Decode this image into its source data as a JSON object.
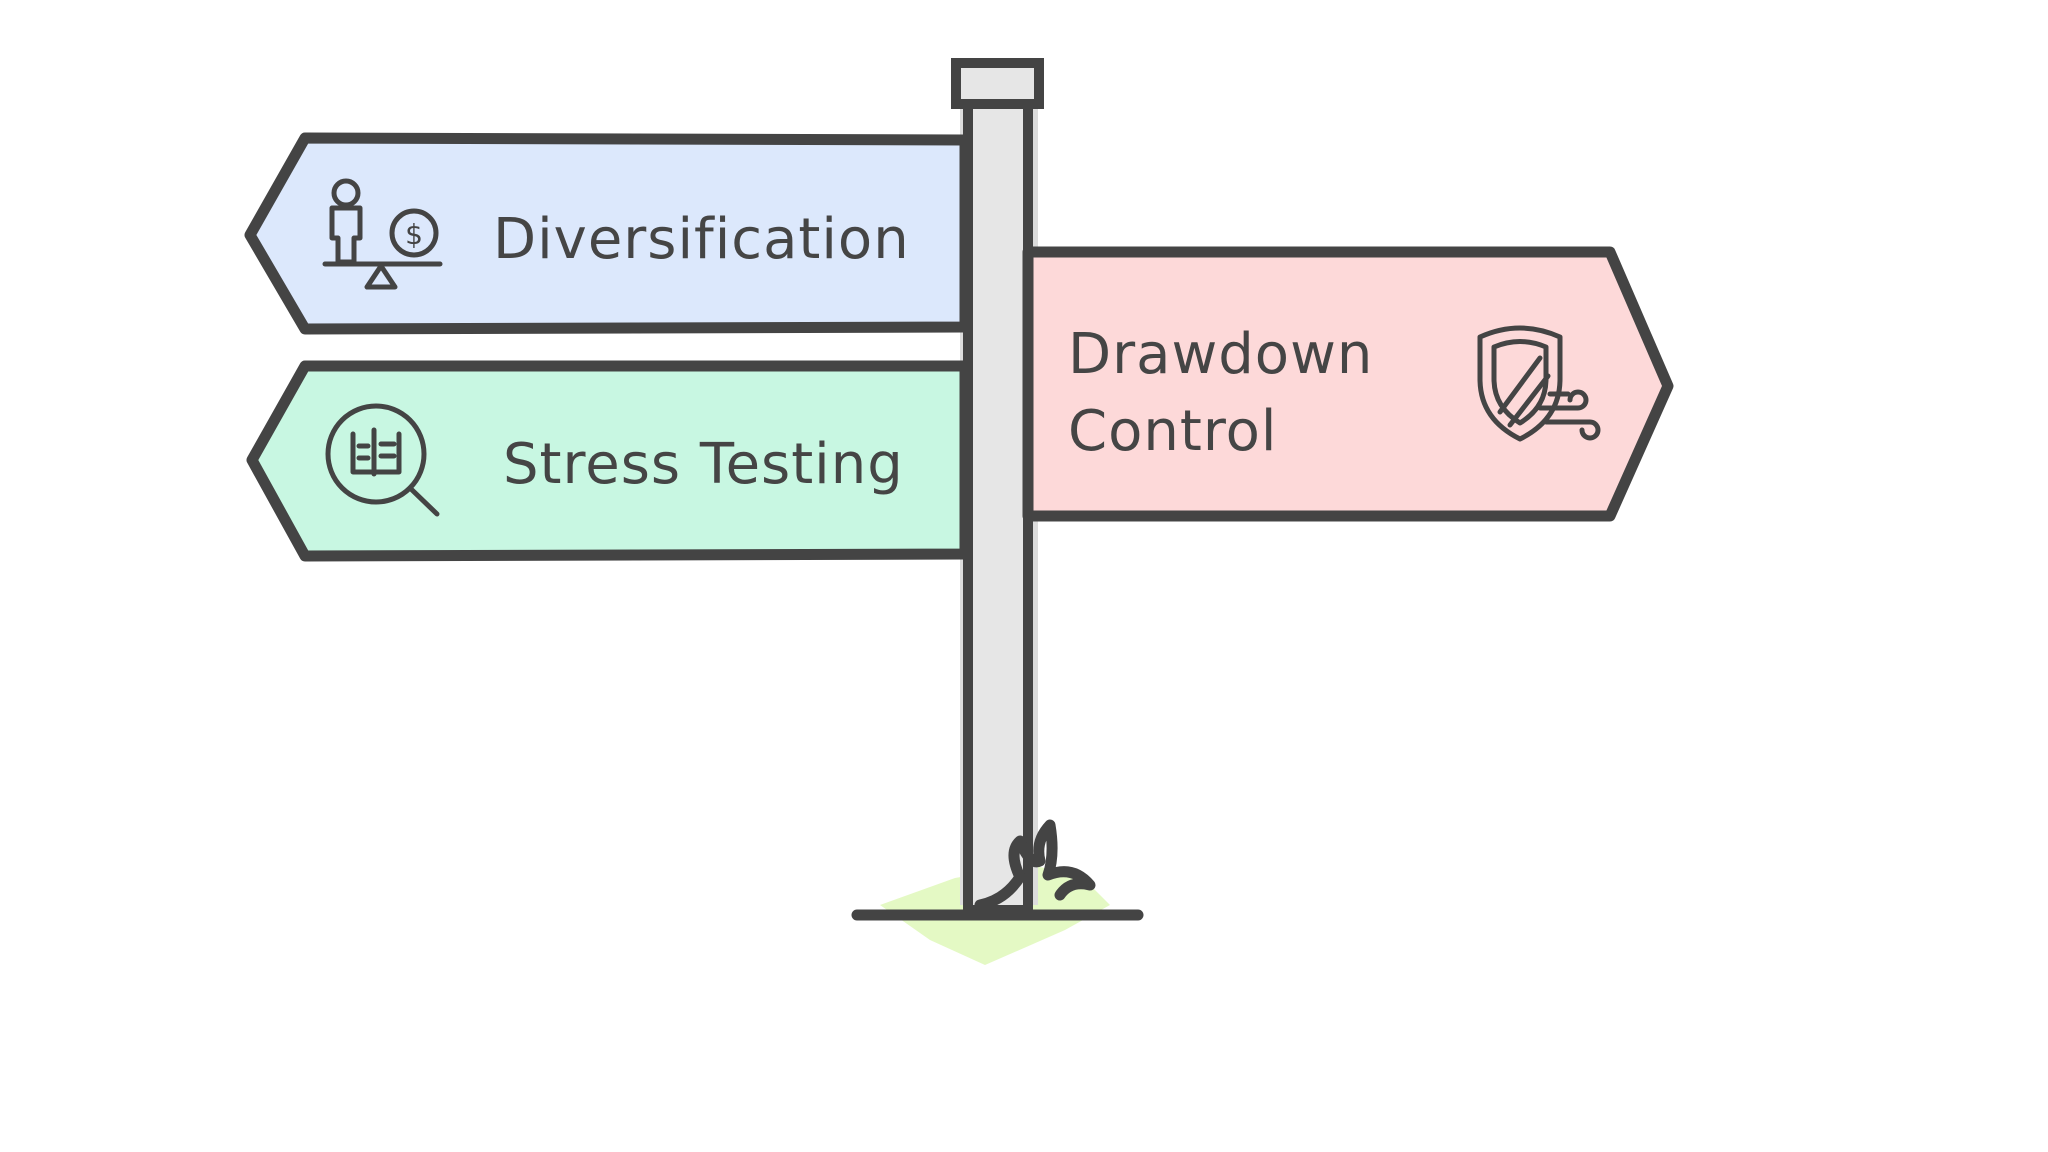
{
  "signpost": {
    "signs": [
      {
        "id": "diversification",
        "direction": "left",
        "lines": [
          "Diversification"
        ],
        "fill_color": "#dce8fc",
        "icon": "person-balance-scale-dollar-icon"
      },
      {
        "id": "stress-testing",
        "direction": "left",
        "lines": [
          "Stress Testing"
        ],
        "fill_color": "#c8f7e2",
        "icon": "magnifier-document-icon"
      },
      {
        "id": "drawdown-control",
        "direction": "right",
        "lines": [
          "Drawdown",
          "Control"
        ],
        "fill_color": "#fdd9d9",
        "icon": "shield-wind-icon"
      }
    ],
    "post_color": "#e6e6e6",
    "outline_color": "#444444",
    "grass_color": "#e4f9c4"
  }
}
